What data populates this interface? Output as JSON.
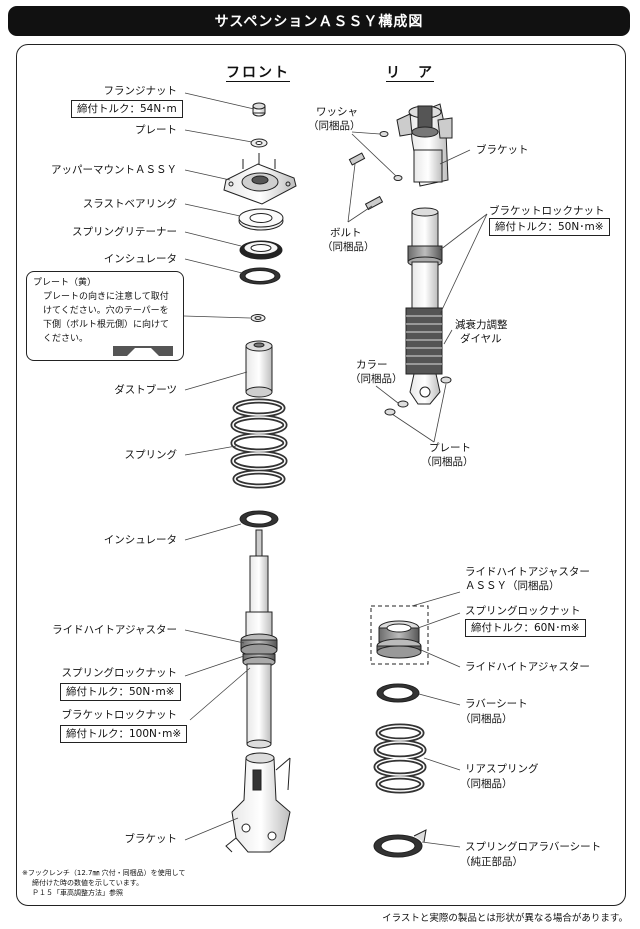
{
  "title": "サスペンションＡＳＳＹ構成図",
  "headings": {
    "front": "フロント",
    "rear": "リ　ア"
  },
  "front": {
    "flange_nut": "フランジナット",
    "flange_nut_torque": "締付トルク：54N･m",
    "plate": "プレート",
    "upper_mount": "アッパーマウントＡＳＳＹ",
    "thrust_bearing": "スラストベアリング",
    "spring_retainer": "スプリングリテーナー",
    "insulator_top": "インシュレータ",
    "dust_boot": "ダストブーツ",
    "spring": "スプリング",
    "insulator_bottom": "インシュレータ",
    "ride_height_adjuster": "ライドハイトアジャスター",
    "spring_lock_nut": "スプリングロックナット",
    "spring_lock_nut_torque": "締付トルク：50N･m※",
    "bracket_lock_nut": "ブラケットロックナット",
    "bracket_lock_nut_torque": "締付トルク：100N･m※",
    "bracket": "ブラケット"
  },
  "callout": {
    "title": "プレート（黄）",
    "lines": [
      "プレートの向きに注意して取付",
      "けてください。穴のテーパーを",
      "下側（ボルト根元側）に向けて",
      "ください。"
    ]
  },
  "rear": {
    "washer": "ワッシャ",
    "washer_note": "（同梱品）",
    "bracket": "ブラケット",
    "bolt": "ボルト",
    "bolt_note": "（同梱品）",
    "bracket_lock_nut": "ブラケットロックナット",
    "bracket_lock_nut_torque": "締付トルク：50N･m※",
    "damping_dial_1": "減衰力調整",
    "damping_dial_2": "ダイヤル",
    "collar": "カラー",
    "collar_note": "（同梱品）",
    "plate": "プレート",
    "plate_note": "（同梱品）",
    "ride_height_assy_1": "ライドハイトアジャスター",
    "ride_height_assy_2": "ＡＳＳＹ（同梱品）",
    "spring_lock_nut": "スプリングロックナット",
    "spring_lock_nut_torque": "締付トルク：60N･m※",
    "ride_height_adjuster": "ライドハイトアジャスター",
    "rubber_seat": "ラバーシート",
    "rubber_seat_note": "（同梱品）",
    "rear_spring": "リアスプリング",
    "rear_spring_note": "（同梱品）",
    "lower_rubber_seat": "スプリングロアラバーシート",
    "lower_rubber_seat_note": "（純正部品）"
  },
  "footnote": {
    "line1": "※フックレンチ（12.7㎜ 穴付・同梱品）を使用して",
    "line2": "締付けた時の数値を示しています。",
    "line3": "Ｐ１５「車高調整方法」参照"
  },
  "disclaimer": "イラストと実際の製品とは形状が異なる場合があります。"
}
